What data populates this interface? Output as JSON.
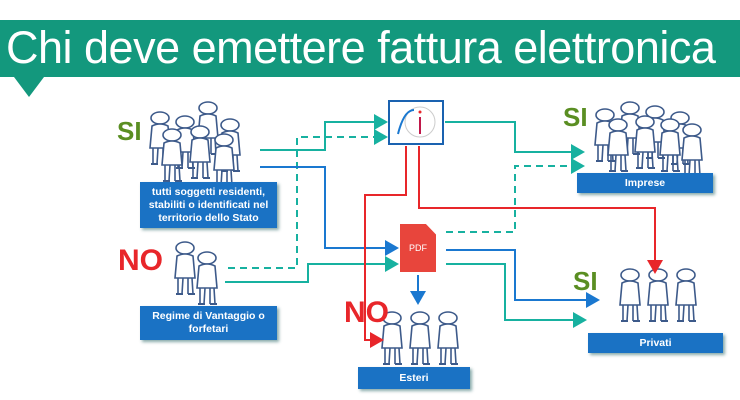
{
  "title": "Chi deve emettere fattura elettronica",
  "labels": {
    "si_residenti": "SI",
    "no_regime": "NO",
    "no_esteri": "NO",
    "si_imprese": "SI",
    "si_privati": "SI"
  },
  "boxes": {
    "residenti": "tutti soggetti residenti, stabiliti o identificati nel territorio dello Stato",
    "regime": "Regime di Vantaggio o forfetari",
    "esteri": "Esteri",
    "imprese": "Imprese",
    "privati": "Privati"
  },
  "pdf_label": "PDF",
  "colors": {
    "banner": "#13987d",
    "si": "#5a8e22",
    "no": "#e8262a",
    "box": "#1a72c4",
    "teal": "#17b1a0",
    "blue": "#1a78d0",
    "red": "#e8262a"
  }
}
